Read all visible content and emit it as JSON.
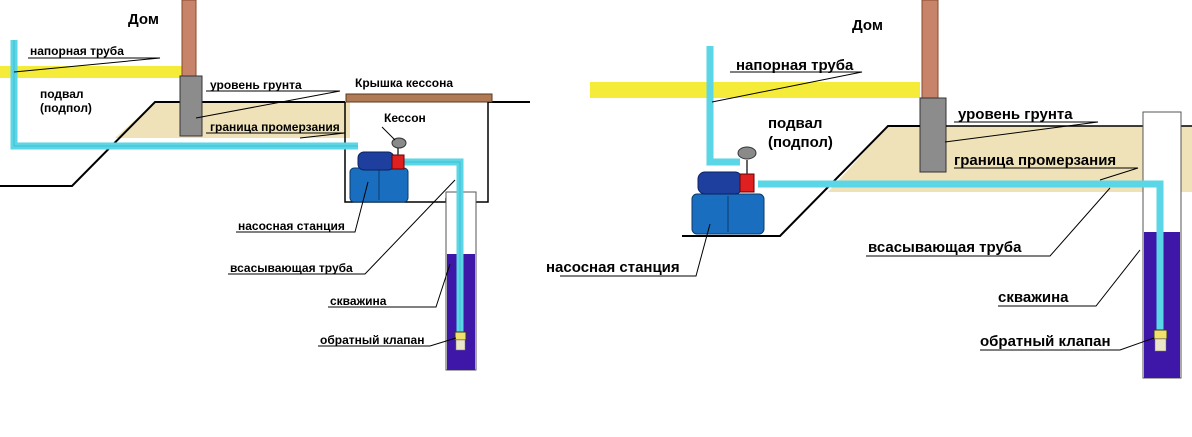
{
  "colors": {
    "house_wall": "#c8846a",
    "house_wall_dark": "#8a4a2a",
    "foundation": "#8c8c8c",
    "pipe_yellow": "#f5ec3a",
    "soil": "#f0e2b8",
    "water_pipe": "#5ad6e6",
    "well_water": "#3f17a8",
    "pump_blue": "#1a6ec0",
    "pump_motor": "#1e3f9e",
    "pump_red": "#e02020",
    "gauge": "#8a8a8a",
    "valve": "#f3e06a",
    "caisson_lid": "#b07a55"
  },
  "left_scheme": {
    "house": "Дом",
    "pressure_pipe": "напорная труба",
    "basement_line1": "подвал",
    "basement_line2": "(подпол)",
    "ground_level": "уровень грунта",
    "caisson_lid": "Крышка кессона",
    "freezing_boundary": "граница промерзания",
    "caisson": "Кессон",
    "pump_station": "насосная станция",
    "suction_pipe": "всасывающая труба",
    "well": "скважина",
    "check_valve": "обратный клапан"
  },
  "right_scheme": {
    "house": "Дом",
    "pressure_pipe": "напорная труба",
    "basement_line1": "подвал",
    "basement_line2": "(подпол)",
    "ground_level": "уровень грунта",
    "freezing_boundary": "граница промерзания",
    "pump_station": "насосная станция",
    "suction_pipe": "всасывающая труба",
    "well": "скважина",
    "check_valve": "обратный клапан"
  }
}
